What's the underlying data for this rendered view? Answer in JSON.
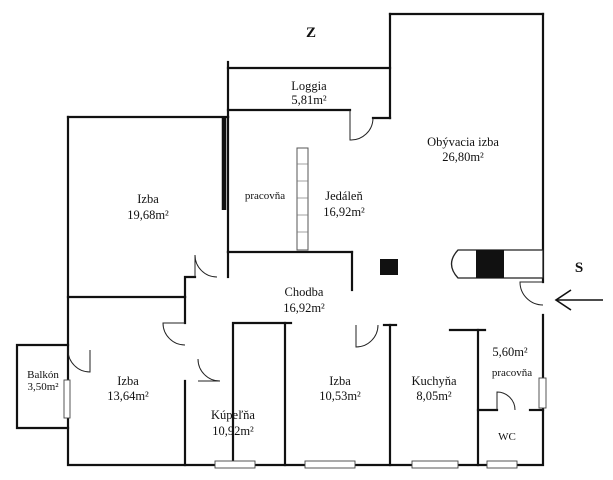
{
  "compass": {
    "north": "Z",
    "east": "S"
  },
  "rooms": {
    "loggia": {
      "name": "Loggia",
      "area": "5,81m²"
    },
    "obyvacia": {
      "name": "Obývacia izba",
      "area": "26,80m²"
    },
    "izba1": {
      "name": "Izba",
      "area": "19,68m²"
    },
    "pracovna1": {
      "name": "pracovňa"
    },
    "jedalen": {
      "name": "Jedáleň",
      "area": "16,92m²"
    },
    "chodba": {
      "name": "Chodba",
      "area": "16,92m²"
    },
    "balkon": {
      "name": "Balkón",
      "area": "3,50m²"
    },
    "izba2": {
      "name": "Izba",
      "area": "13,64m²"
    },
    "kupelna": {
      "name": "Kúpeľňa",
      "area": "10,92m²"
    },
    "izba3": {
      "name": "Izba",
      "area": "10,53m²"
    },
    "kuchyna": {
      "name": "Kuchyňa",
      "area": "8,05m²"
    },
    "pracovna2": {
      "name": "pracovňa",
      "area": "5,60m²"
    },
    "wc": {
      "name": "WC"
    }
  }
}
